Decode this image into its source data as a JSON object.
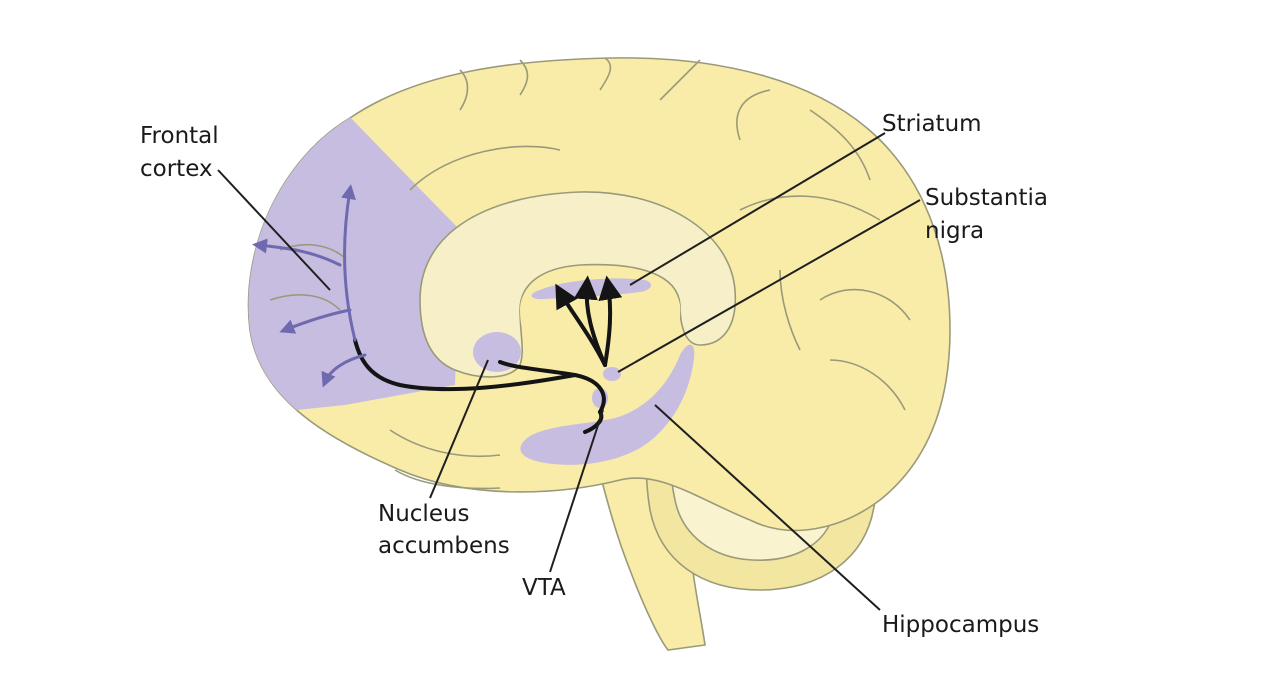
{
  "labels": {
    "frontal_cortex": [
      "Frontal",
      "cortex"
    ],
    "striatum": "Striatum",
    "substantia_nigra": [
      "Substantia",
      "nigra"
    ],
    "nucleus_accumbens": [
      "Nucleus",
      "accumbens"
    ],
    "vta": "VTA",
    "hippocampus": "Hippocampus"
  },
  "colors": {
    "brain": "#f8eca8",
    "brain_light": "#f6efc8",
    "cerebellum": "#f2e6a0",
    "region": "#c6bde0",
    "outline": "#9a9a7a",
    "pathway": "#141414",
    "cortex_pathway": "#6f6ab0"
  }
}
